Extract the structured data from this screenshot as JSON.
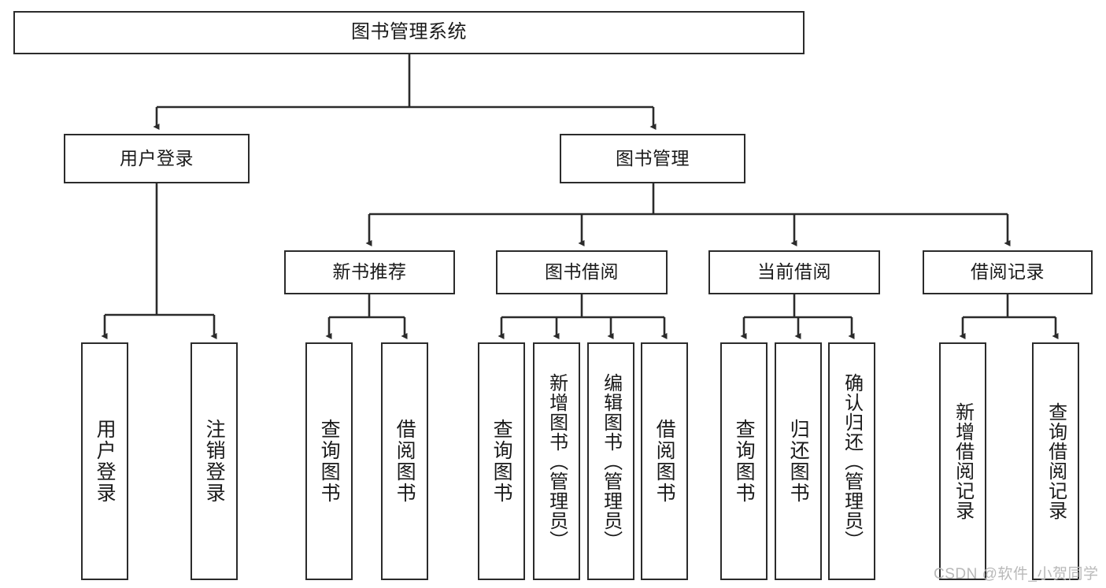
{
  "diagram": {
    "title": "图书管理系统",
    "type": "hierarchy-tree",
    "watermark": "CSDN @软件_小贺同学",
    "colors": {
      "border": "#2b2b2b",
      "background": "#ffffff",
      "text": "#1a1a1a",
      "watermark": "#b9b9b9"
    },
    "levels": {
      "root": {
        "label": "图书管理系统"
      },
      "level2": [
        {
          "label": "用户登录"
        },
        {
          "label": "图书管理"
        }
      ],
      "level3": [
        {
          "label": "新书推荐"
        },
        {
          "label": "图书借阅"
        },
        {
          "label": "当前借阅"
        },
        {
          "label": "借阅记录"
        }
      ],
      "leaves": [
        {
          "label": "用户登录",
          "parent": "用户登录"
        },
        {
          "label": "注销登录",
          "parent": "用户登录"
        },
        {
          "label": "查询图书",
          "parent": "新书推荐"
        },
        {
          "label": "借阅图书",
          "parent": "新书推荐"
        },
        {
          "label": "查询图书",
          "parent": "图书借阅"
        },
        {
          "label": "新增图书（管理员）",
          "parent": "图书借阅"
        },
        {
          "label": "编辑图书（管理员）",
          "parent": "图书借阅"
        },
        {
          "label": "借阅图书",
          "parent": "图书借阅"
        },
        {
          "label": "查询图书",
          "parent": "当前借阅"
        },
        {
          "label": "归还图书",
          "parent": "当前借阅"
        },
        {
          "label": "确认归还（管理员）",
          "parent": "当前借阅"
        },
        {
          "label": "新增借阅记录",
          "parent": "借阅记录"
        },
        {
          "label": "查询借阅记录",
          "parent": "借阅记录"
        }
      ]
    }
  }
}
